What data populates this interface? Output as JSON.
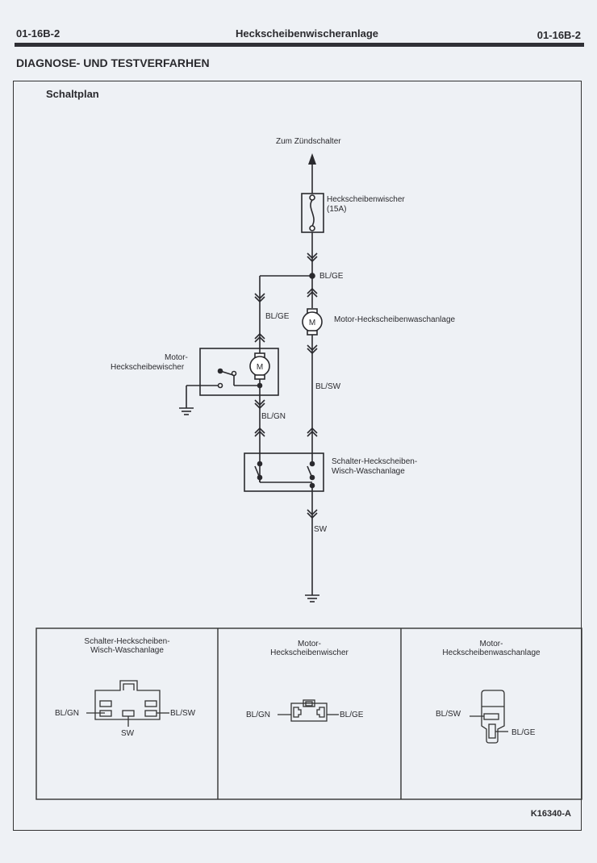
{
  "header": {
    "page_left": "01-16B-2",
    "title": "Heckscheibenwischeranlage",
    "page_right": "01-16B-2"
  },
  "section_title": "DIAGNOSE- UND TESTVERFARHEN",
  "schematic": {
    "title": "Schaltplan",
    "supply_label": "Zum Zündschalter",
    "fuse": {
      "name": "Heckscheibenwischer",
      "rating": "(15A)"
    },
    "wiper_motor": {
      "label_line1": "Motor-",
      "label_line2": "Heckscheibewischer",
      "symbol": "M"
    },
    "washer_motor": {
      "label": "Motor-Heckscheibenwaschanlage",
      "symbol": "M"
    },
    "switch": {
      "label_line1": "Schalter-Heckscheiben-",
      "label_line2": "Wisch-Waschanlage"
    },
    "wires": {
      "junction": "BL/GE",
      "to_wiper_motor": "BL/GE",
      "wiper_to_switch": "BL/GN",
      "washer_to_switch": "BL/SW",
      "switch_to_ground": "SW"
    }
  },
  "connectors": [
    {
      "title_line1": "Schalter-Heckscheiben-",
      "title_line2": "Wisch-Waschanlage",
      "pins": {
        "left": "BL/GN",
        "right": "BL/SW",
        "bottom": "SW"
      }
    },
    {
      "title_line1": "Motor-",
      "title_line2": "Heckscheibenwischer",
      "pins": {
        "left": "BL/GN",
        "right": "BL/GE"
      }
    },
    {
      "title_line1": "Motor-",
      "title_line2": "Heckscheibenwaschanlage",
      "pins": {
        "left": "BL/SW",
        "right": "BL/GE"
      }
    }
  ],
  "figure_ref": "K16340-A"
}
